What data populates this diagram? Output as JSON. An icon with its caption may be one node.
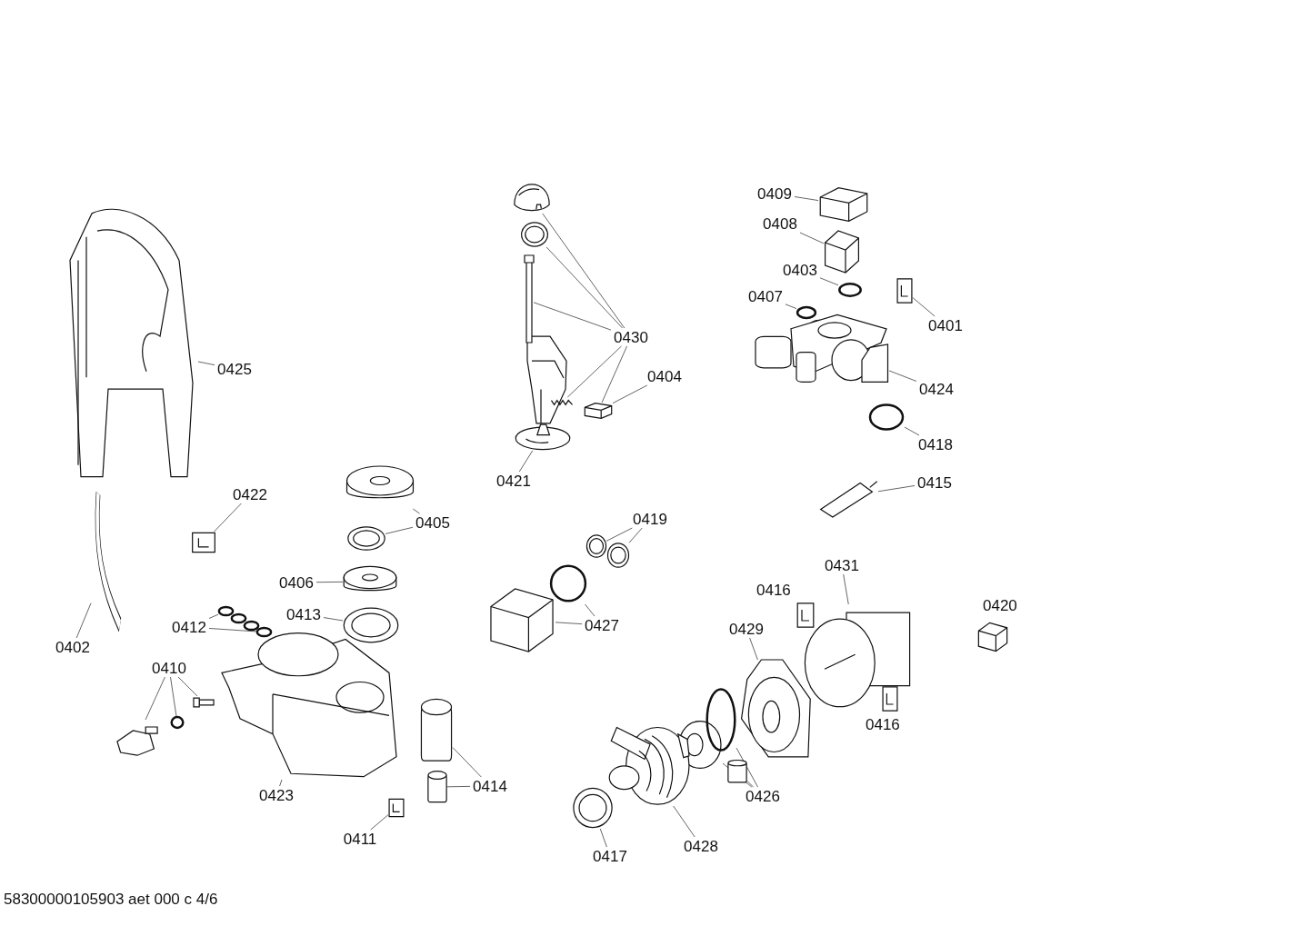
{
  "diagram": {
    "nodes": [
      {
        "text": [
          "0425"
        ]
      },
      {
        "text": [],
        "shape": "picture"
      },
      {
        "text": [
          "0422"
        ]
      },
      {
        "text": [],
        "shape": "picture"
      },
      {
        "text": [
          "0402"
        ]
      },
      {
        "text": [],
        "shape": "picture"
      },
      {
        "text": [
          "0405"
        ]
      },
      {
        "text": [],
        "shape": "picture"
      },
      {
        "text": [],
        "shape": "picture"
      },
      {
        "text": [
          "0406"
        ]
      },
      {
        "text": [],
        "shape": "picture"
      },
      {
        "text": [
          "0413"
        ]
      },
      {
        "text": [],
        "shape": "picture"
      },
      {
        "text": [
          "0412"
        ]
      },
      {
        "text": [],
        "shape": "circle"
      },
      {
        "text": [],
        "shape": "circle"
      },
      {
        "text": [],
        "shape": "circle"
      },
      {
        "text": [],
        "shape": "circle"
      },
      {
        "text": [
          "0410"
        ]
      },
      {
        "text": [],
        "shape": "picture"
      },
      {
        "text": [],
        "shape": "circle"
      },
      {
        "text": [],
        "shape": "picture"
      },
      {
        "text": [
          "0423"
        ]
      },
      {
        "text": [],
        "shape": "picture"
      },
      {
        "text": [
          "0411"
        ]
      },
      {
        "text": [],
        "shape": "picture"
      },
      {
        "text": [
          "0414"
        ]
      },
      {
        "text": [],
        "shape": "cylinder"
      },
      {
        "text": [],
        "shape": "cylinder"
      },
      {
        "text": [
          "0421"
        ]
      },
      {
        "text": [],
        "shape": "picture"
      },
      {
        "text": [
          "0430"
        ]
      },
      {
        "text": [],
        "shape": "picture"
      },
      {
        "text": [],
        "shape": "picture"
      },
      {
        "text": [],
        "shape": "bar"
      },
      {
        "text": [],
        "shape": "picture"
      },
      {
        "text": [],
        "shape": "picture"
      },
      {
        "text": [
          "0404"
        ]
      },
      {
        "text": [
          "0409"
        ]
      },
      {
        "text": [],
        "shape": "picture"
      },
      {
        "text": [
          "0408"
        ]
      },
      {
        "text": [],
        "shape": "picture"
      },
      {
        "text": [
          "0403"
        ]
      },
      {
        "text": [],
        "shape": "circle"
      },
      {
        "text": [
          "0407"
        ]
      },
      {
        "text": [],
        "shape": "circle"
      },
      {
        "text": [
          "0401"
        ]
      },
      {
        "text": [],
        "shape": "picture"
      },
      {
        "text": [
          "0424"
        ]
      },
      {
        "text": [],
        "shape": "picture"
      },
      {
        "text": [
          "0418"
        ]
      },
      {
        "text": [],
        "shape": "circle"
      },
      {
        "text": [
          "0415"
        ]
      },
      {
        "text": [],
        "shape": "picture"
      },
      {
        "text": [
          "0427"
        ]
      },
      {
        "text": [],
        "shape": "circle"
      },
      {
        "text": [],
        "shape": "picture"
      },
      {
        "text": [
          "0419"
        ]
      },
      {
        "text": [],
        "shape": "picture"
      },
      {
        "text": [],
        "shape": "picture"
      },
      {
        "text": [
          "0431"
        ]
      },
      {
        "text": [],
        "shape": "picture"
      },
      {
        "text": [
          "0429"
        ]
      },
      {
        "text": [],
        "shape": "picture"
      },
      {
        "text": [
          "0426"
        ]
      },
      {
        "text": [],
        "shape": "picture"
      },
      {
        "text": [],
        "shape": "cylinder"
      },
      {
        "text": [],
        "shape": "circle"
      },
      {
        "text": [
          "0428"
        ]
      },
      {
        "text": [],
        "shape": "picture"
      },
      {
        "text": [
          "0417"
        ]
      },
      {
        "text": [],
        "shape": "picture"
      }
    ],
    "edges": [
      {
        "from": 0,
        "to": 1,
        "arrow": "none"
      },
      {
        "from": 2,
        "to": 3,
        "arrow": "none"
      },
      {
        "from": 4,
        "to": 5,
        "arrow": "none"
      },
      {
        "from": 6,
        "to": 7,
        "arrow": "none"
      },
      {
        "from": 6,
        "to": 8,
        "arrow": "none"
      },
      {
        "from": 9,
        "to": 10,
        "arrow": "none"
      },
      {
        "from": 11,
        "to": 12,
        "arrow": "none"
      },
      {
        "from": 13,
        "to": 14,
        "arrow": "none"
      },
      {
        "from": 13,
        "to": 17,
        "arrow": "none"
      },
      {
        "from": 18,
        "to": 19,
        "arrow": "none"
      },
      {
        "from": 18,
        "to": 20,
        "arrow": "none"
      },
      {
        "from": 18,
        "to": 21,
        "arrow": "none"
      },
      {
        "from": 22,
        "to": 23,
        "arrow": "none"
      },
      {
        "from": 24,
        "to": 25,
        "arrow": "none"
      },
      {
        "from": 26,
        "to": 27,
        "arrow": "none"
      },
      {
        "from": 26,
        "to": 28,
        "arrow": "none"
      },
      {
        "from": 29,
        "to": 30,
        "arrow": "none"
      },
      {
        "from": 31,
        "to": 32,
        "arrow": "none"
      },
      {
        "from": 31,
        "to": 33,
        "arrow": "none"
      },
      {
        "from": 31,
        "to": 34,
        "arrow": "none"
      },
      {
        "from": 31,
        "to": 35,
        "arrow": "none"
      },
      {
        "from": 31,
        "to": 36,
        "arrow": "none"
      },
      {
        "from": 37,
        "to": 36,
        "arrow": "none"
      },
      {
        "from": 38,
        "to": 39,
        "arrow": "none"
      },
      {
        "from": 40,
        "to": 41,
        "arrow": "none"
      },
      {
        "from": 42,
        "to": 43,
        "arrow": "none"
      },
      {
        "from": 44,
        "to": 45,
        "arrow": "none"
      },
      {
        "from": 46,
        "to": 47,
        "arrow": "none"
      },
      {
        "from": 48,
        "to": 49,
        "arrow": "none"
      },
      {
        "from": 50,
        "to": 51,
        "arrow": "none"
      },
      {
        "from": 52,
        "to": 53,
        "arrow": "none"
      },
      {
        "from": 54,
        "to": 55,
        "arrow": "none"
      },
      {
        "from": 54,
        "to": 56,
        "arrow": "none"
      },
      {
        "from": 57,
        "to": 58,
        "arrow": "none"
      },
      {
        "from": 57,
        "to": 59,
        "arrow": "none"
      },
      {
        "from": 60,
        "to": 61,
        "arrow": "none"
      },
      {
        "from": 62,
        "to": 63,
        "arrow": "none"
      },
      {
        "from": 64,
        "to": 65,
        "arrow": "none"
      },
      {
        "from": 64,
        "to": 66,
        "arrow": "none"
      },
      {
        "from": 64,
        "to": 67,
        "arrow": "none"
      },
      {
        "from": 68,
        "to": 69,
        "arrow": "none"
      },
      {
        "from": 70,
        "to": 71,
        "arrow": "none"
      }
    ],
    "labels": [
      "0416",
      "0420",
      "0416",
      "58300000105903 aet 000 c 4/6"
    ]
  }
}
